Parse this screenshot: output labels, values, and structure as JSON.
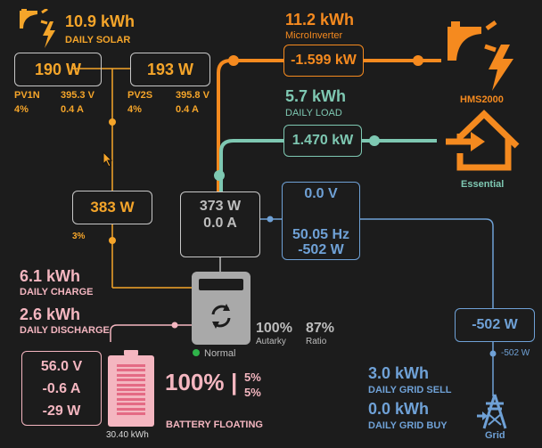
{
  "solar": {
    "daily_value": "10.9 kWh",
    "daily_label": "DAILY SOLAR"
  },
  "pv1": {
    "power": "190 W",
    "name": "PV1N",
    "voltage": "395.3 V",
    "percent": "4%",
    "current": "0.4 A"
  },
  "pv2": {
    "power": "193 W",
    "name": "PV2S",
    "voltage": "395.8 V",
    "percent": "4%",
    "current": "0.4 A"
  },
  "pv_total": {
    "power": "383 W",
    "percent": "3%"
  },
  "aux": {
    "daily_value": "11.2 kWh",
    "daily_label": "MicroInverter",
    "power": "-1.599 kW",
    "name": "HMS2000"
  },
  "load": {
    "daily_value": "5.7 kWh",
    "daily_label": "DAILY LOAD",
    "power": "1.470 kW",
    "name": "Essential"
  },
  "inverter": {
    "power": "373 W",
    "current": "0.0 A",
    "voltage": "0.0 V",
    "frequency": "50.05 Hz",
    "grid_power": "-502 W",
    "status": "Normal"
  },
  "autarky": {
    "value": "100%",
    "label": "Autarky"
  },
  "ratio": {
    "value": "87%",
    "label": "Ratio"
  },
  "battery": {
    "daily_charge_value": "6.1 kWh",
    "daily_charge_label": "DAILY CHARGE",
    "daily_discharge_value": "2.6 kWh",
    "daily_discharge_label": "DAILY DISCHARGE",
    "voltage": "56.0 V",
    "current": "-0.6 A",
    "power": "-29 W",
    "capacity": "30.40 kWh",
    "soc": "100%",
    "sep": "|",
    "soc_min_a": "5%",
    "soc_min_b": "5%",
    "status": "BATTERY FLOATING",
    "level": 1.0
  },
  "grid": {
    "power": "-502 W",
    "power_small": "-502 W",
    "daily_sell_value": "3.0 kWh",
    "daily_sell_label": "DAILY GRID SELL",
    "daily_buy_value": "0.0 kWh",
    "daily_buy_label": "DAILY GRID BUY",
    "name": "Grid"
  },
  "colors": {
    "solar": "#f5a52a",
    "aux": "#f58a1f",
    "load": "#7ec8b2",
    "grid": "#6fa1d6",
    "battery": "#f4b6c0",
    "inverter": "#bdbdbd"
  }
}
